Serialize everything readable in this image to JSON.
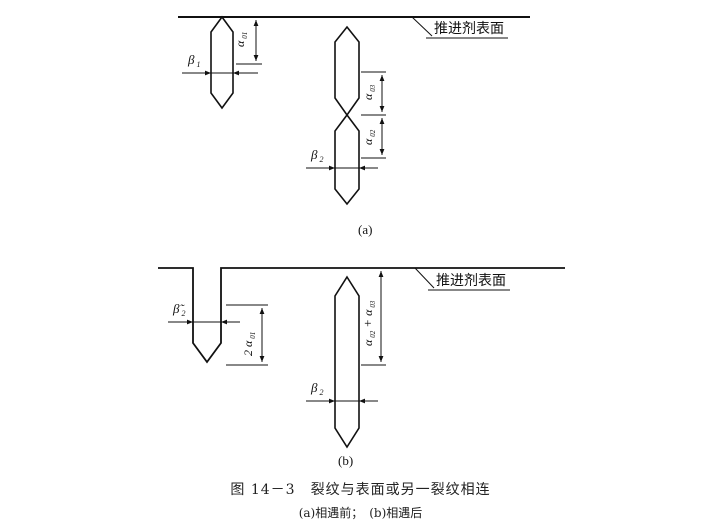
{
  "figure": {
    "panel_a": {
      "surface_label": "推进剂表面",
      "beta1": "β",
      "beta1_sub": "1",
      "alpha01": "α",
      "alpha01_sub": "01",
      "alpha03": "α",
      "alpha03_sub": "03",
      "alpha02": "α",
      "alpha02_sub": "02",
      "beta2": "β",
      "beta2_sub": "2",
      "panel_label": "(a)"
    },
    "panel_b": {
      "surface_label": "推进剂表面",
      "beta2_tilde": "β̃",
      "beta2_tilde_sub": "2",
      "two_alpha01": "2 α",
      "two_alpha01_sub": "01",
      "alpha_sum_a": "α",
      "alpha_sum_a_sub": "02",
      "alpha_sum_plus": "+",
      "alpha_sum_b": "α",
      "alpha_sum_b_sub": "03",
      "beta2": "β",
      "beta2_sub": "2",
      "panel_label": "(b)"
    }
  },
  "caption": {
    "main": "图 14－3　裂纹与表面或另一裂纹相连",
    "sub": "(a)相遇前；　(b)相遇后"
  }
}
